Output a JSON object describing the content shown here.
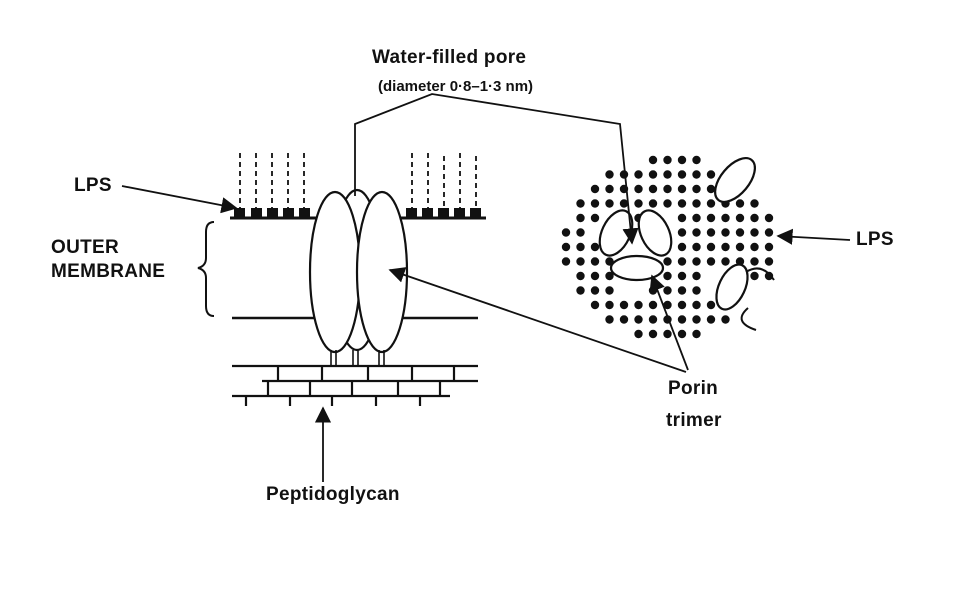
{
  "labels": {
    "title": "Water-filled pore",
    "subtitle": "(diameter 0·8–1·3 nm)",
    "lps_left": "LPS",
    "lps_right": "LPS",
    "outer": "OUTER",
    "membrane": "MEMBRANE",
    "porin_line1": "Porin",
    "porin_line2": "trimer",
    "peptidoglycan": "Peptidoglycan"
  },
  "colors": {
    "ink": "#111111",
    "paper": "#ffffff"
  }
}
